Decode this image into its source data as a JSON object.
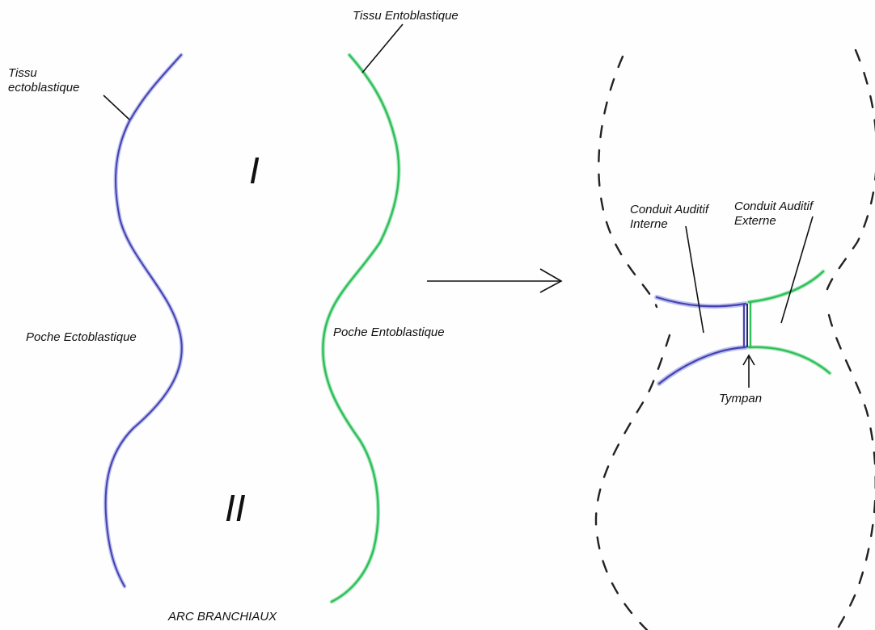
{
  "labels": {
    "tissu_ectoblastique_line1": "Tissu",
    "tissu_ectoblastique_line2": "ectoblastique",
    "tissu_entoblastique": "Tissu Entoblastique",
    "poche_ectoblastique": "Poche Ectoblastique",
    "poche_entoblastique": "Poche Entoblastique",
    "arc_one": "I",
    "arc_two": "II",
    "arc_branchiaux": "ARC BRANCHIAUX",
    "conduit_interne_line1": "Conduit Auditif",
    "conduit_interne_line2": "Interne",
    "conduit_externe_line1": "Conduit Auditif",
    "conduit_externe_line2": "Externe",
    "tympan": "Tympan"
  },
  "colors": {
    "ectoblast": "#4a3fb0",
    "ectoblast_highlight": "#9aa8e8",
    "entoblast": "#2fbf5a",
    "entoblast_highlight": "#8fe0a8",
    "ink": "#111111"
  }
}
